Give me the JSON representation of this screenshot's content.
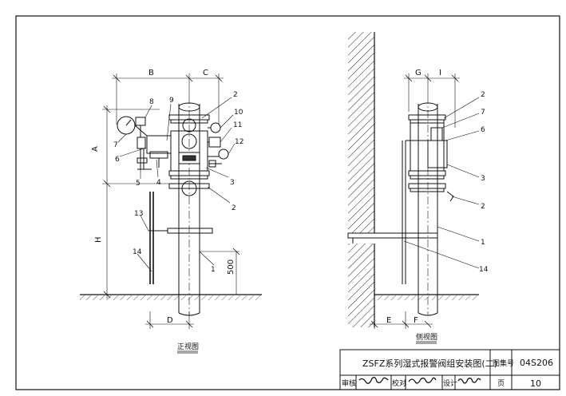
{
  "front_view": {
    "caption": "正视图",
    "dimensions": {
      "B": "B",
      "C": "C",
      "A": "A",
      "H": "H",
      "D": "D",
      "h500": "500"
    },
    "callouts": {
      "c1": "1",
      "c2a": "2",
      "c2b": "2",
      "c3": "3",
      "c4": "4",
      "c5": "5",
      "c6": "6",
      "c7": "7",
      "c8": "8",
      "c9": "9",
      "c10": "10",
      "c11": "11",
      "c12": "12",
      "c13": "13",
      "c14": "14"
    }
  },
  "side_view": {
    "caption": "侧视图",
    "dimensions": {
      "G": "G",
      "I": "I",
      "E": "E",
      "F": "F"
    },
    "callouts": {
      "c1": "1",
      "c2a": "2",
      "c2b": "2",
      "c3": "3",
      "c6": "6",
      "c7": "7",
      "c14": "14"
    }
  },
  "title_block": {
    "title": "ZSFZ系列湿式报警阀组安装图(二)",
    "atlas_label": "图集号",
    "atlas_no": "04S206",
    "page_label": "页",
    "page_no": "10",
    "review_label": "审核",
    "check_label": "校对",
    "design_label": "设计"
  },
  "colors": {
    "line": "#111111",
    "paper": "#ffffff"
  }
}
